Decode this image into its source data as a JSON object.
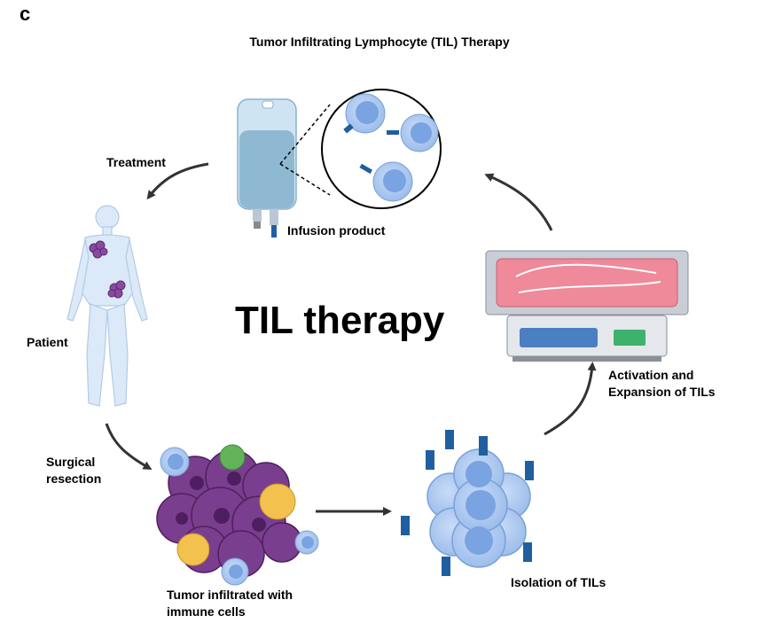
{
  "panel_label": "c",
  "title": "Tumor Infiltrating Lymphocyte (TIL) Therapy",
  "center_label": "TIL therapy",
  "labels": {
    "treatment": "Treatment",
    "infusion_product": "Infusion product",
    "patient": "Patient",
    "surgical_resection_1": "Surgical",
    "surgical_resection_2": "resection",
    "tumor_1": "Tumor infiltrated with",
    "tumor_2": "immune cells",
    "isolation": "Isolation of TILs",
    "activation_1": "Activation and",
    "activation_2": "Expansion of TILs"
  },
  "colors": {
    "arrow": "#333333",
    "tcell": "#a9c6f0",
    "tcell_nucleus": "#6f99de",
    "receptor": "#1f5fa0",
    "tumor": "#7a3e8e",
    "tumor_nucleus": "#4e1f60",
    "yellow_cell": "#f2c14e",
    "green_cell": "#63b35a",
    "iv_bag": "#bcd8ea",
    "iv_fluid": "#8fb9d3",
    "culture_bed": "#ee8a9a",
    "device_body": "#c9cdd6"
  },
  "icons": [
    "iv-bag-icon",
    "human-body-icon",
    "tumor-mass-icon",
    "til-cluster-icon",
    "culture-device-icon",
    "t-cell-icon"
  ]
}
